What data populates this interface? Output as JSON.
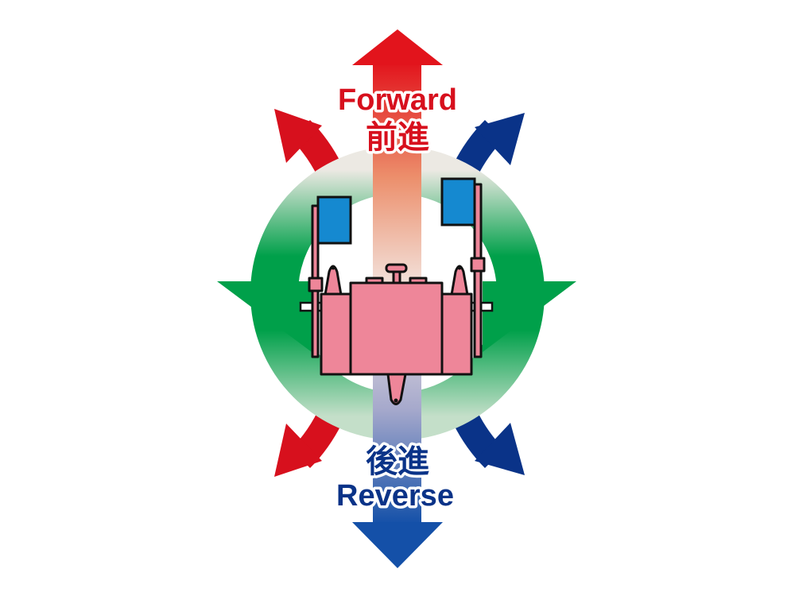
{
  "labels": {
    "forward_en": "Forward",
    "forward_jp": "前進",
    "reverse_jp": "後進",
    "reverse_en": "Reverse"
  },
  "colors": {
    "forward": "#d7101d",
    "reverse": "#0a3388",
    "rotation": "#00a04a",
    "robot_body": "#ee8699",
    "flag": "#1589d0"
  }
}
